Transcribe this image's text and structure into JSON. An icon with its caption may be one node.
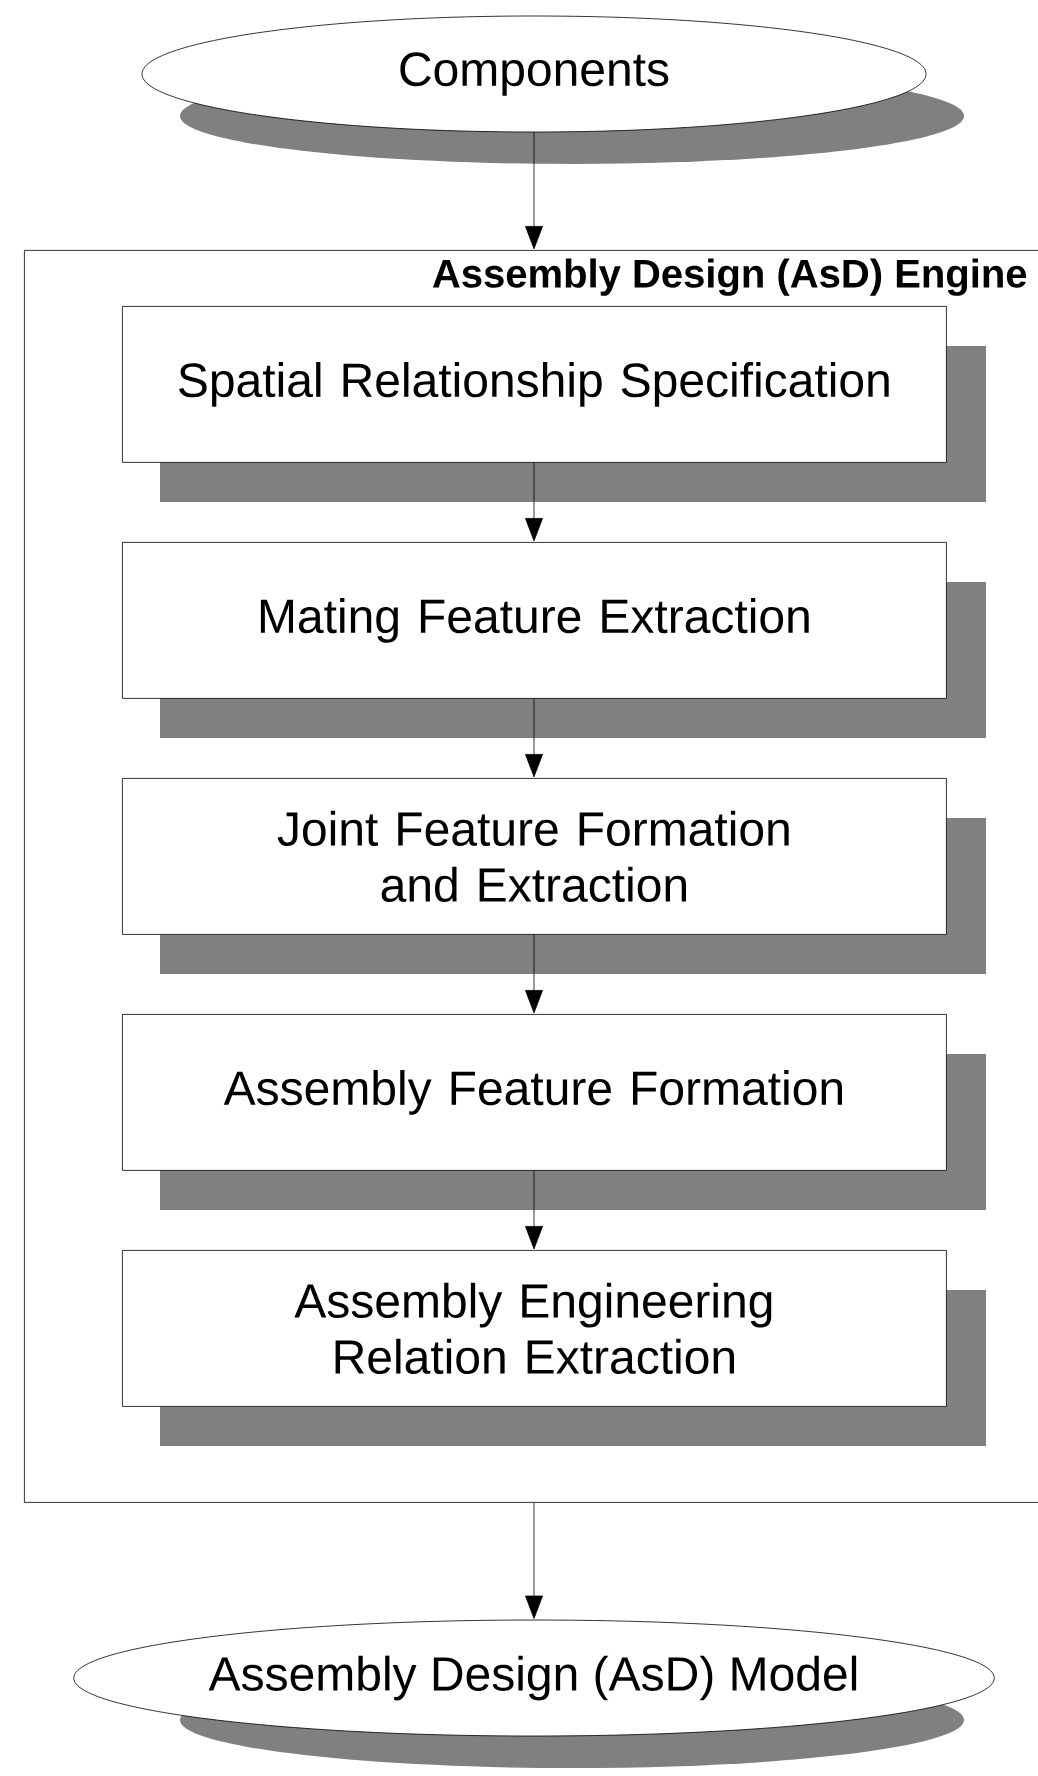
{
  "diagram": {
    "nodes": [
      {
        "text": [
          "Components"
        ]
      },
      {
        "text": [
          "Assembly Design (AsD) Engine"
        ]
      },
      {
        "text": [
          "Spatial Relationship Specification"
        ],
        "in": 1
      },
      {
        "text": [
          "Mating Feature Extraction"
        ],
        "in": 1
      },
      {
        "text": [
          "Joint Feature Formation and Extraction"
        ],
        "in": 1
      },
      {
        "text": [
          "Assembly Feature Formation"
        ],
        "in": 1
      },
      {
        "text": [
          "Assembly Engineering Relation Extraction"
        ],
        "in": 1
      },
      {
        "text": [
          "Assembly Design (AsD) Model"
        ]
      }
    ],
    "edges": [
      {
        "from": 0,
        "to": 1,
        "arrow": "to"
      },
      {
        "from": 2,
        "to": 3,
        "arrow": "to"
      },
      {
        "from": 3,
        "to": 4,
        "arrow": "to"
      },
      {
        "from": 4,
        "to": 5,
        "arrow": "to"
      },
      {
        "from": 5,
        "to": 6,
        "arrow": "to"
      },
      {
        "from": 1,
        "to": 7,
        "arrow": "to"
      }
    ]
  }
}
